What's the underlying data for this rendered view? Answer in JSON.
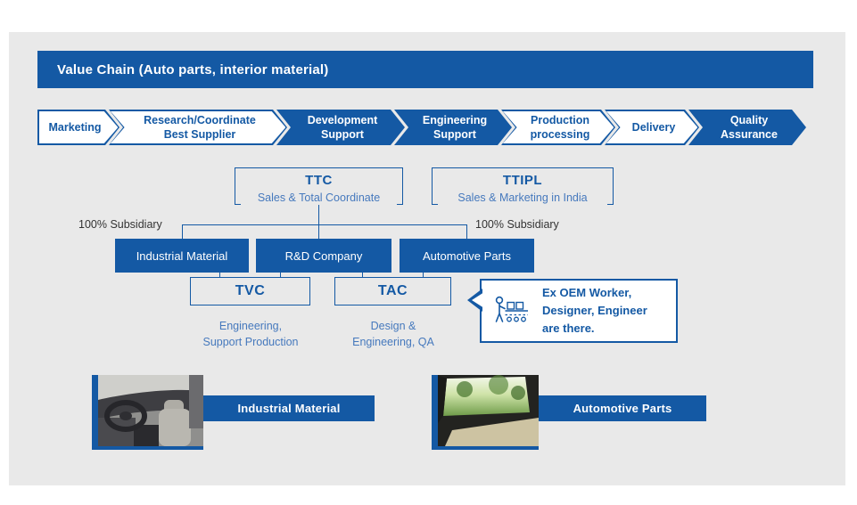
{
  "header": {
    "title": "Value Chain (Auto parts, interior material)"
  },
  "flow": {
    "steps": [
      {
        "label": "Marketing"
      },
      {
        "label": "Research/Coordinate\nBest Supplier"
      },
      {
        "label": "Development\nSupport"
      },
      {
        "label": "Engineering\nSupport"
      },
      {
        "label": "Production\nprocessing"
      },
      {
        "label": "Delivery"
      },
      {
        "label": "Quality\nAssurance"
      }
    ]
  },
  "org": {
    "ttc": {
      "name": "TTC",
      "desc": "Sales & Total Coordinate"
    },
    "ttipl": {
      "name": "TTIPL",
      "desc": "Sales & Marketing in India"
    },
    "subsidiary_left": "100% Subsidiary",
    "subsidiary_right": "100% Subsidiary",
    "companies": [
      "Industrial Material",
      "R&D Company",
      "Automotive Parts"
    ],
    "tvc": {
      "name": "TVC",
      "desc": "Engineering,\nSupport Production"
    },
    "tac": {
      "name": "TAC",
      "desc": "Design &\nEngineering, QA"
    },
    "callout": {
      "text": "Ex OEM Worker,\nDesigner, Engineer\nare there."
    }
  },
  "photos": {
    "left_label": "Industrial Material",
    "right_label": "Automotive Parts"
  },
  "colors": {
    "primary": "#1459a4",
    "secondary_text": "#4679bd",
    "panel": "#e9e9e9"
  }
}
